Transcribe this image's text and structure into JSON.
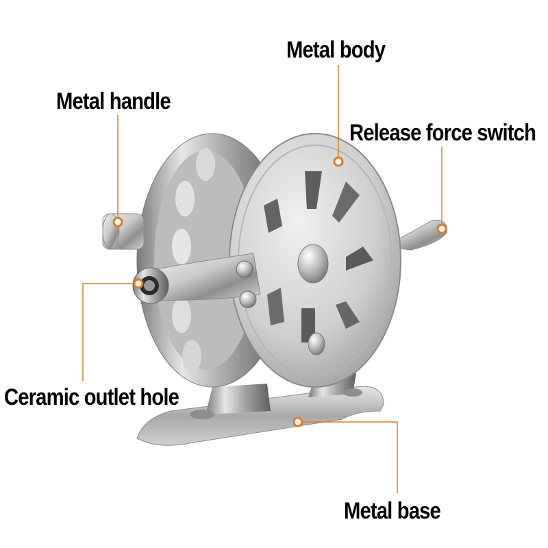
{
  "callouts": {
    "metal_body": "Metal body",
    "metal_handle": "Metal handle",
    "release_force_switch": "Release force switch",
    "ceramic_outlet_hole": "Ceramic outlet hole",
    "metal_base": "Metal base"
  },
  "colors": {
    "leader_line": "#e07b22",
    "marker_fill": "#ffffff",
    "text": "#000000",
    "background": "#ffffff"
  }
}
